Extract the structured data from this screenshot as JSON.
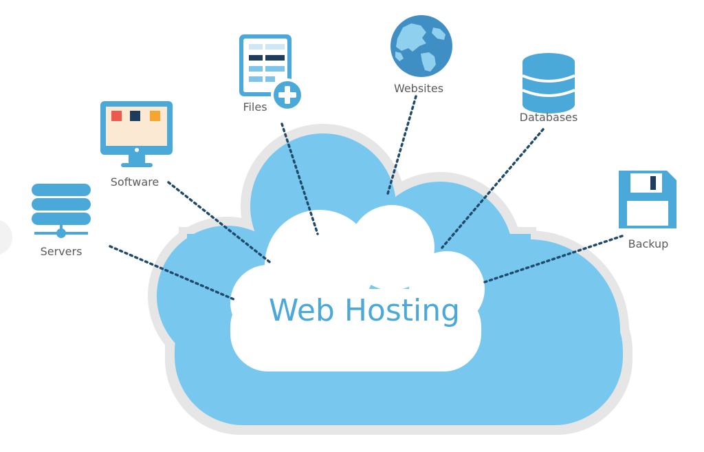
{
  "diagram": {
    "center_label": "Web Hosting",
    "nodes": [
      {
        "id": "servers",
        "label": "Servers",
        "icon": "server-stack-icon"
      },
      {
        "id": "software",
        "label": "Software",
        "icon": "monitor-icon"
      },
      {
        "id": "files",
        "label": "Files",
        "icon": "file-add-icon"
      },
      {
        "id": "websites",
        "label": "Websites",
        "icon": "globe-icon"
      },
      {
        "id": "databases",
        "label": "Databases",
        "icon": "database-icon"
      },
      {
        "id": "backup",
        "label": "Backup",
        "icon": "floppy-disk-icon"
      }
    ],
    "colors": {
      "cloud_outer": "#e6e6e6",
      "cloud_main": "#77c7ee",
      "cloud_inner": "#ffffff",
      "icon_blue": "#4aa9d9",
      "icon_dark": "#1e3d5c",
      "connector": "#1f4a6b",
      "accent_red": "#ec5a4d",
      "accent_orange": "#f7a531",
      "title_blue": "#4aa9d9"
    }
  }
}
